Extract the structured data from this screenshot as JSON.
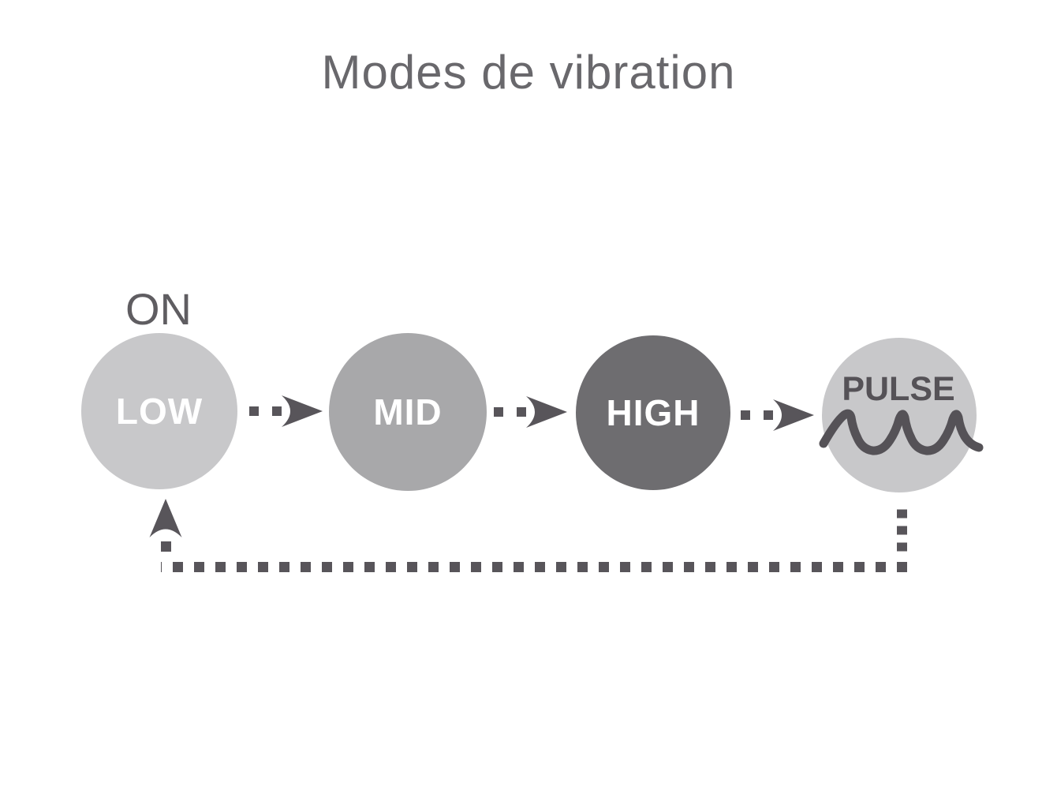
{
  "title": "Modes de vibration",
  "diagram": {
    "on_label": "ON",
    "nodes": [
      {
        "id": "low",
        "label": "LOW",
        "fill": "#c8c8ca",
        "text_color": "#ffffff"
      },
      {
        "id": "mid",
        "label": "MID",
        "fill": "#a8a8aa",
        "text_color": "#ffffff"
      },
      {
        "id": "high",
        "label": "HIGH",
        "fill": "#6e6d70",
        "text_color": "#ffffff"
      },
      {
        "id": "pulse",
        "label": "PULSE",
        "fill": "#c8c8ca",
        "text_color": "#555257",
        "icon": "pulse-wave-icon"
      }
    ],
    "transitions": [
      "LOW -> MID",
      "MID -> HIGH",
      "HIGH -> PULSE",
      "PULSE -> LOW (return loop)"
    ],
    "connector_style": "dashed",
    "icons": {
      "forward": "arrowhead-right-icon",
      "return": "arrowhead-up-icon",
      "pulse": "pulse-wave-icon"
    }
  },
  "colors": {
    "background": "#ffffff",
    "title_text": "#69686c",
    "on_text": "#5f5d61",
    "arrow": "#58555a",
    "pulse_wave": "#555257"
  }
}
